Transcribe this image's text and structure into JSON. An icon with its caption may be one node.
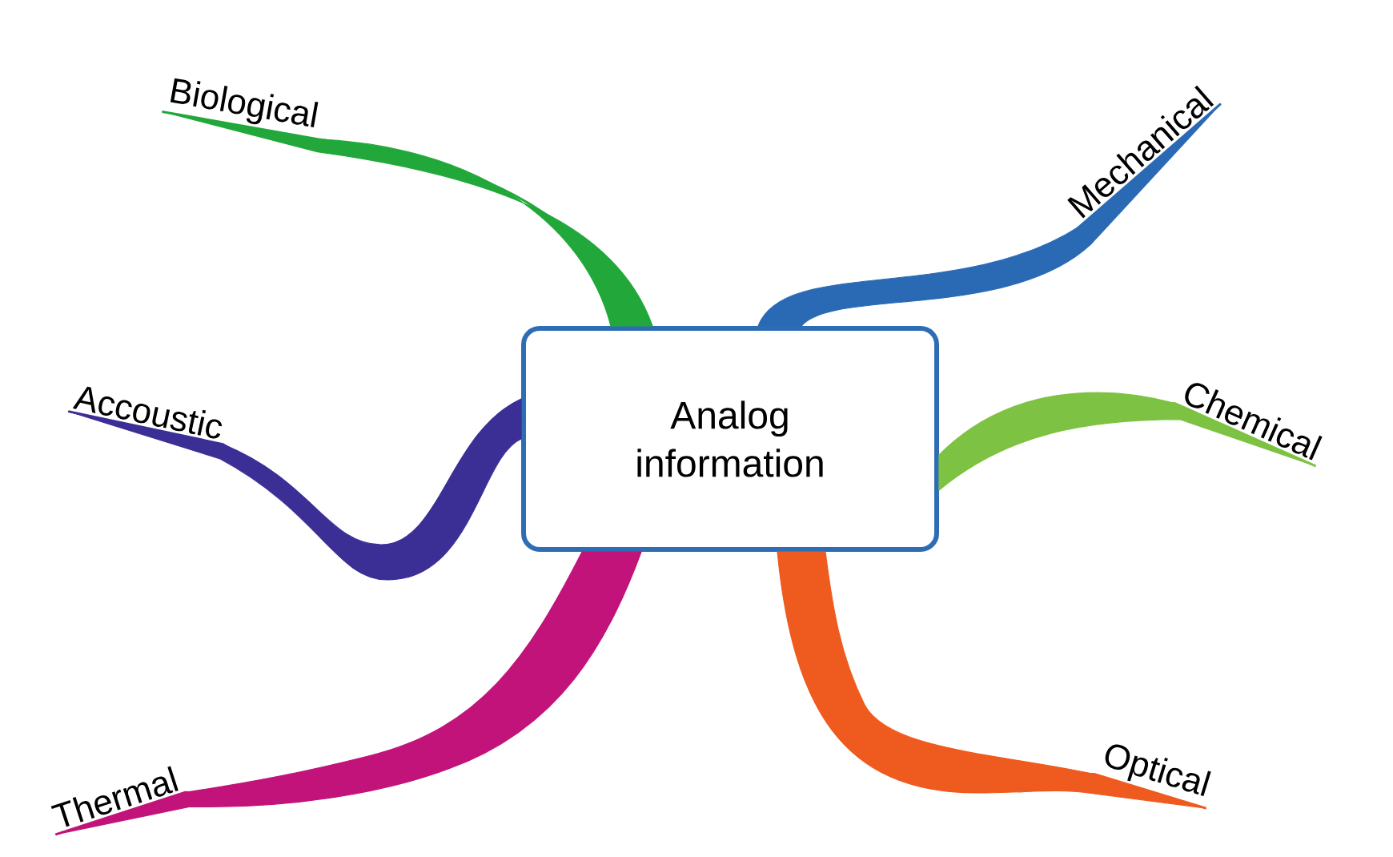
{
  "diagram": {
    "nodes": [
      {
        "text": [
          "Analog information"
        ]
      },
      {
        "text": [
          "Biological"
        ]
      },
      {
        "text": [
          "Mechanical"
        ]
      },
      {
        "text": [
          "Accoustic"
        ]
      },
      {
        "text": [
          "Chemical"
        ]
      },
      {
        "text": [
          "Thermal"
        ]
      },
      {
        "text": [
          "Optical"
        ]
      }
    ],
    "edges": [
      {
        "from": 0,
        "to": 1,
        "arrow": "none",
        "color": "#22a83a"
      },
      {
        "from": 0,
        "to": 2,
        "arrow": "none",
        "color": "#2a6ab5"
      },
      {
        "from": 0,
        "to": 3,
        "arrow": "none",
        "color": "#3b2f96"
      },
      {
        "from": 0,
        "to": 4,
        "arrow": "none",
        "color": "#7dc242"
      },
      {
        "from": 0,
        "to": 5,
        "arrow": "none",
        "color": "#c2137a"
      },
      {
        "from": 0,
        "to": 6,
        "arrow": "none",
        "color": "#ef5a1e"
      }
    ]
  }
}
